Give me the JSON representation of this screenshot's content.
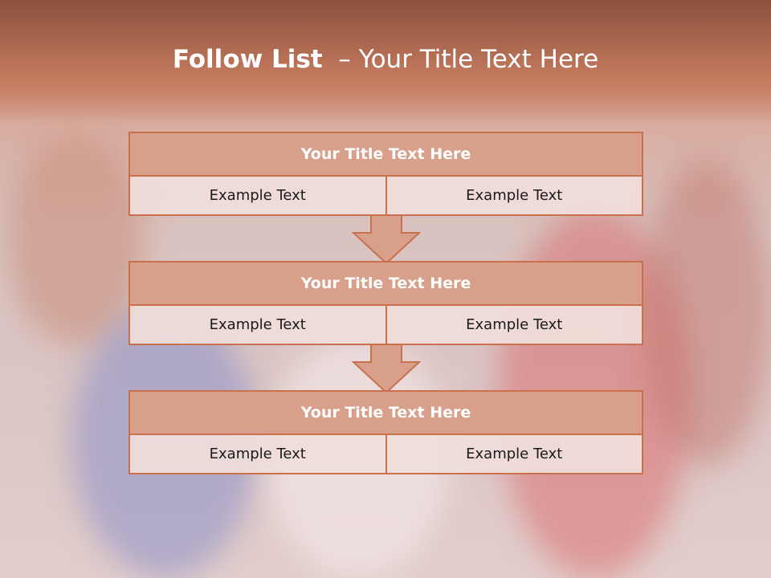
{
  "slide": {
    "title_bold": "Follow List",
    "title_rest": "  – Your Title Text Here"
  },
  "steps": [
    {
      "title": "Your Title Text Here",
      "left": "Example Text",
      "right": "Example Text"
    },
    {
      "title": "Your Title Text Here",
      "left": "Example Text",
      "right": "Example Text"
    },
    {
      "title": "Your Title Text Here",
      "left": "Example Text",
      "right": "Example Text"
    }
  ],
  "colors": {
    "accent": "#c9704f",
    "title_fill": "#d8a08a",
    "cell_fill": "#f0deda",
    "title_band": "#b27258"
  },
  "icons": [
    "down-arrow-icon",
    "down-arrow-icon"
  ]
}
